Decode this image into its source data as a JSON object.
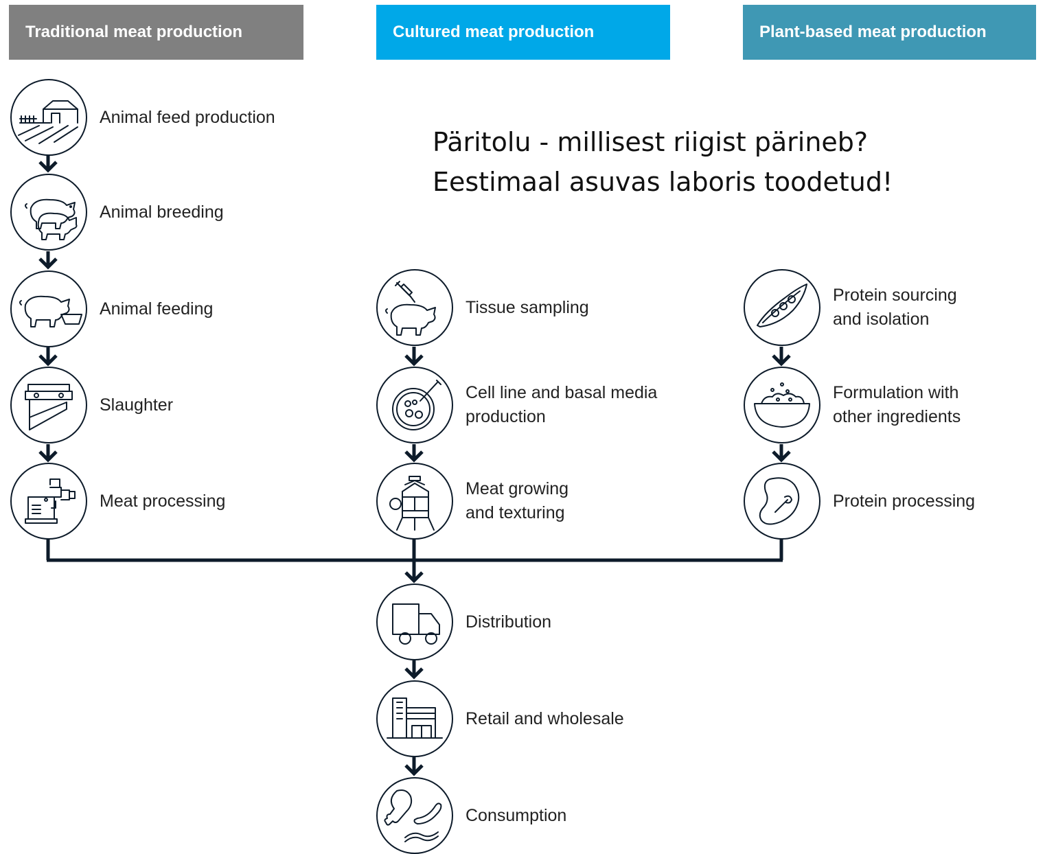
{
  "headers": {
    "traditional": "Traditional meat production",
    "cultured": "Cultured meat production",
    "plant": "Plant-based  meat production"
  },
  "note": {
    "line1": "Päritolu - millisest riigist pärineb?",
    "line2": "Eestimaal asuvas laboris toodetud!"
  },
  "traditional_steps": [
    {
      "line1": "Animal feed production",
      "line2": "",
      "icon": "farm-icon"
    },
    {
      "line1": "Animal breeding",
      "line2": "",
      "icon": "pigs-icon"
    },
    {
      "line1": "Animal feeding",
      "line2": "",
      "icon": "pig-trough-icon"
    },
    {
      "line1": "Slaughter",
      "line2": "",
      "icon": "slaughter-icon"
    },
    {
      "line1": "Meat processing",
      "line2": "",
      "icon": "meat-grinder-icon"
    }
  ],
  "cultured_steps": [
    {
      "line1": "Tissue sampling",
      "line2": "",
      "icon": "pig-syringe-icon"
    },
    {
      "line1": "Cell line and basal media",
      "line2": "production",
      "icon": "petri-dish-icon"
    },
    {
      "line1": "Meat growing",
      "line2": "and texturing",
      "icon": "bioreactor-icon"
    }
  ],
  "plant_steps": [
    {
      "line1": "Protein sourcing",
      "line2": "and isolation",
      "icon": "pea-pod-icon"
    },
    {
      "line1": "Formulation with",
      "line2": "other ingredients",
      "icon": "bowl-icon"
    },
    {
      "line1": "Protein processing",
      "line2": "",
      "icon": "steak-icon"
    }
  ],
  "shared_steps": [
    {
      "line1": "Distribution",
      "line2": "",
      "icon": "truck-icon"
    },
    {
      "line1": "Retail and wholesale",
      "line2": "",
      "icon": "store-icon"
    },
    {
      "line1": "Consumption",
      "line2": "",
      "icon": "food-icon"
    }
  ],
  "colors": {
    "traditional": "#808080",
    "cultured": "#00a8e8",
    "plant": "#3f98b4",
    "lines": "#0d1b2a"
  }
}
